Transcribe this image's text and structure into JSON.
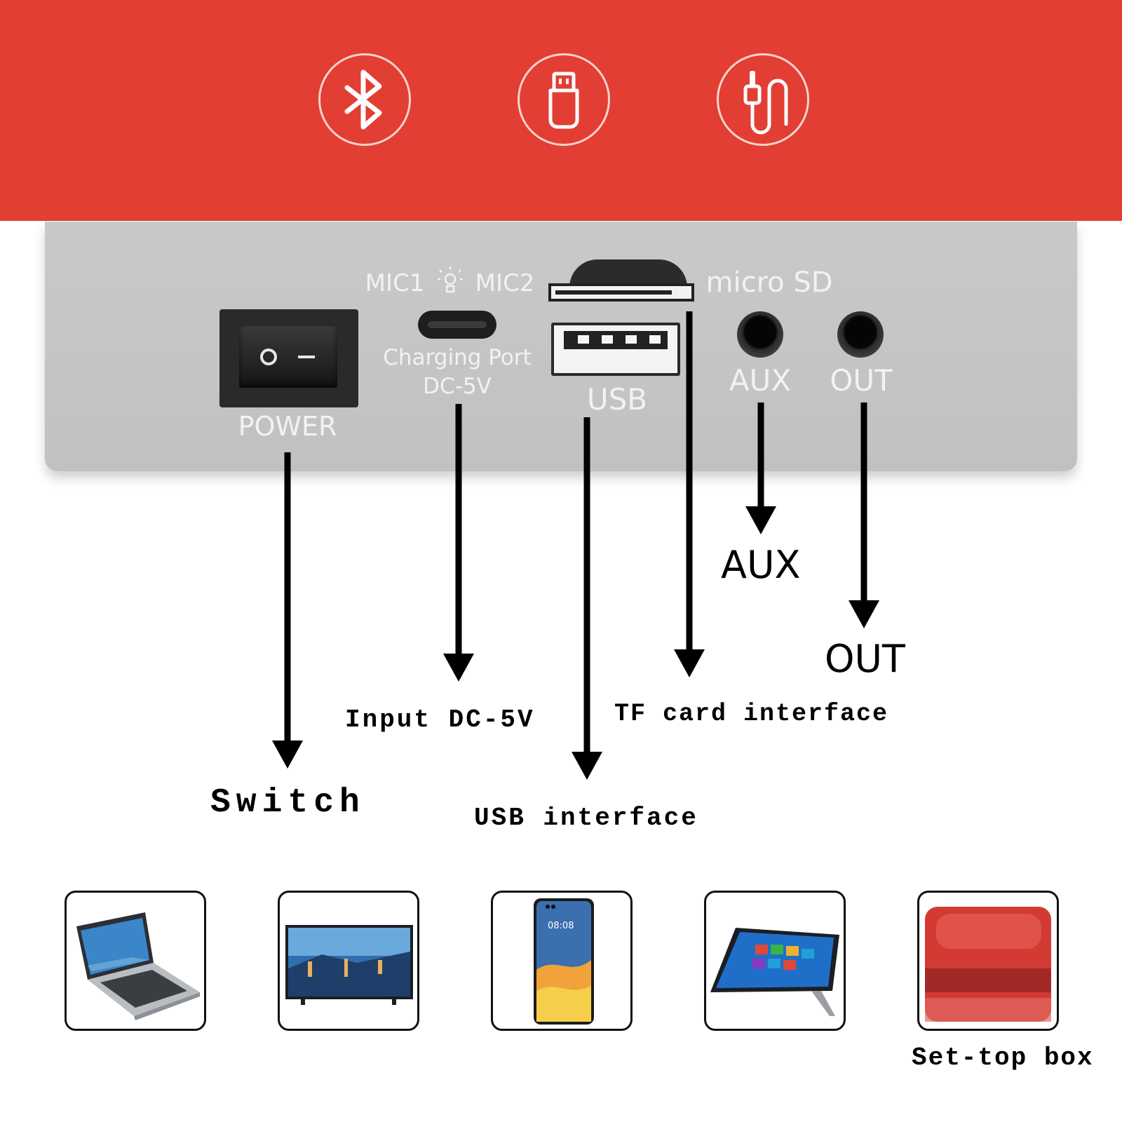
{
  "banner": {
    "color": "#e23e33",
    "icons": [
      "bluetooth-icon",
      "usb-drive-icon",
      "audio-jack-icon"
    ]
  },
  "panel": {
    "mic_label": "MIC1",
    "mic2_label": "MIC2",
    "micro_sd_label": "micro SD",
    "charging_port_label": "Charging Port",
    "charging_port_voltage": "DC-5V",
    "power_label": "POWER",
    "usb_label": "USB",
    "aux_label": "AUX",
    "out_label": "OUT"
  },
  "callouts": {
    "switch": "Switch",
    "input": "Input DC-5V",
    "usb_interface": "USB interface",
    "tf_card": "TF card interface",
    "aux": "AUX",
    "out": "OUT"
  },
  "devices": {
    "icons": [
      "laptop-icon",
      "tv-icon",
      "smartphone-icon",
      "tablet-icon",
      "set-top-box-icon"
    ],
    "phone_time": "08:08",
    "set_top_box_label": "Set-top box"
  }
}
